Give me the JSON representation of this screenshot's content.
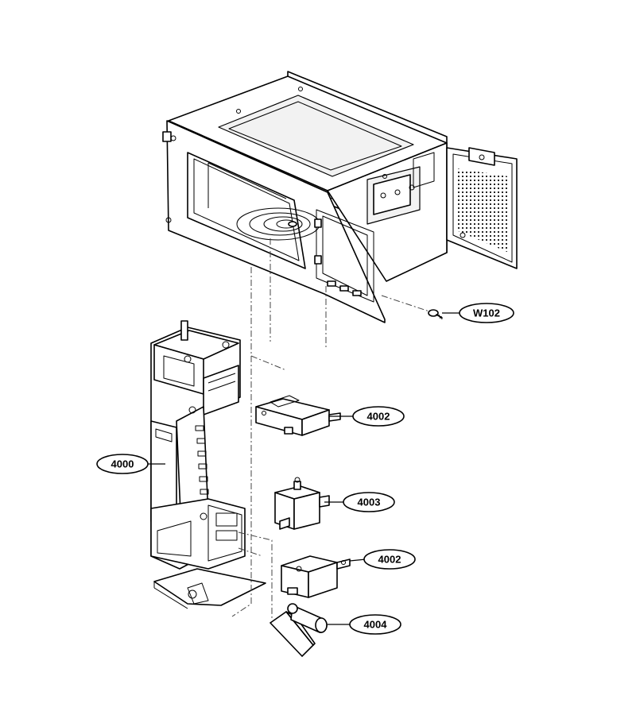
{
  "callouts": [
    {
      "id": "w102",
      "label": "W102"
    },
    {
      "id": "4002a",
      "label": "4002"
    },
    {
      "id": "4000",
      "label": "4000"
    },
    {
      "id": "4003",
      "label": "4003"
    },
    {
      "id": "4002b",
      "label": "4002"
    },
    {
      "id": "4004",
      "label": "4004"
    }
  ]
}
